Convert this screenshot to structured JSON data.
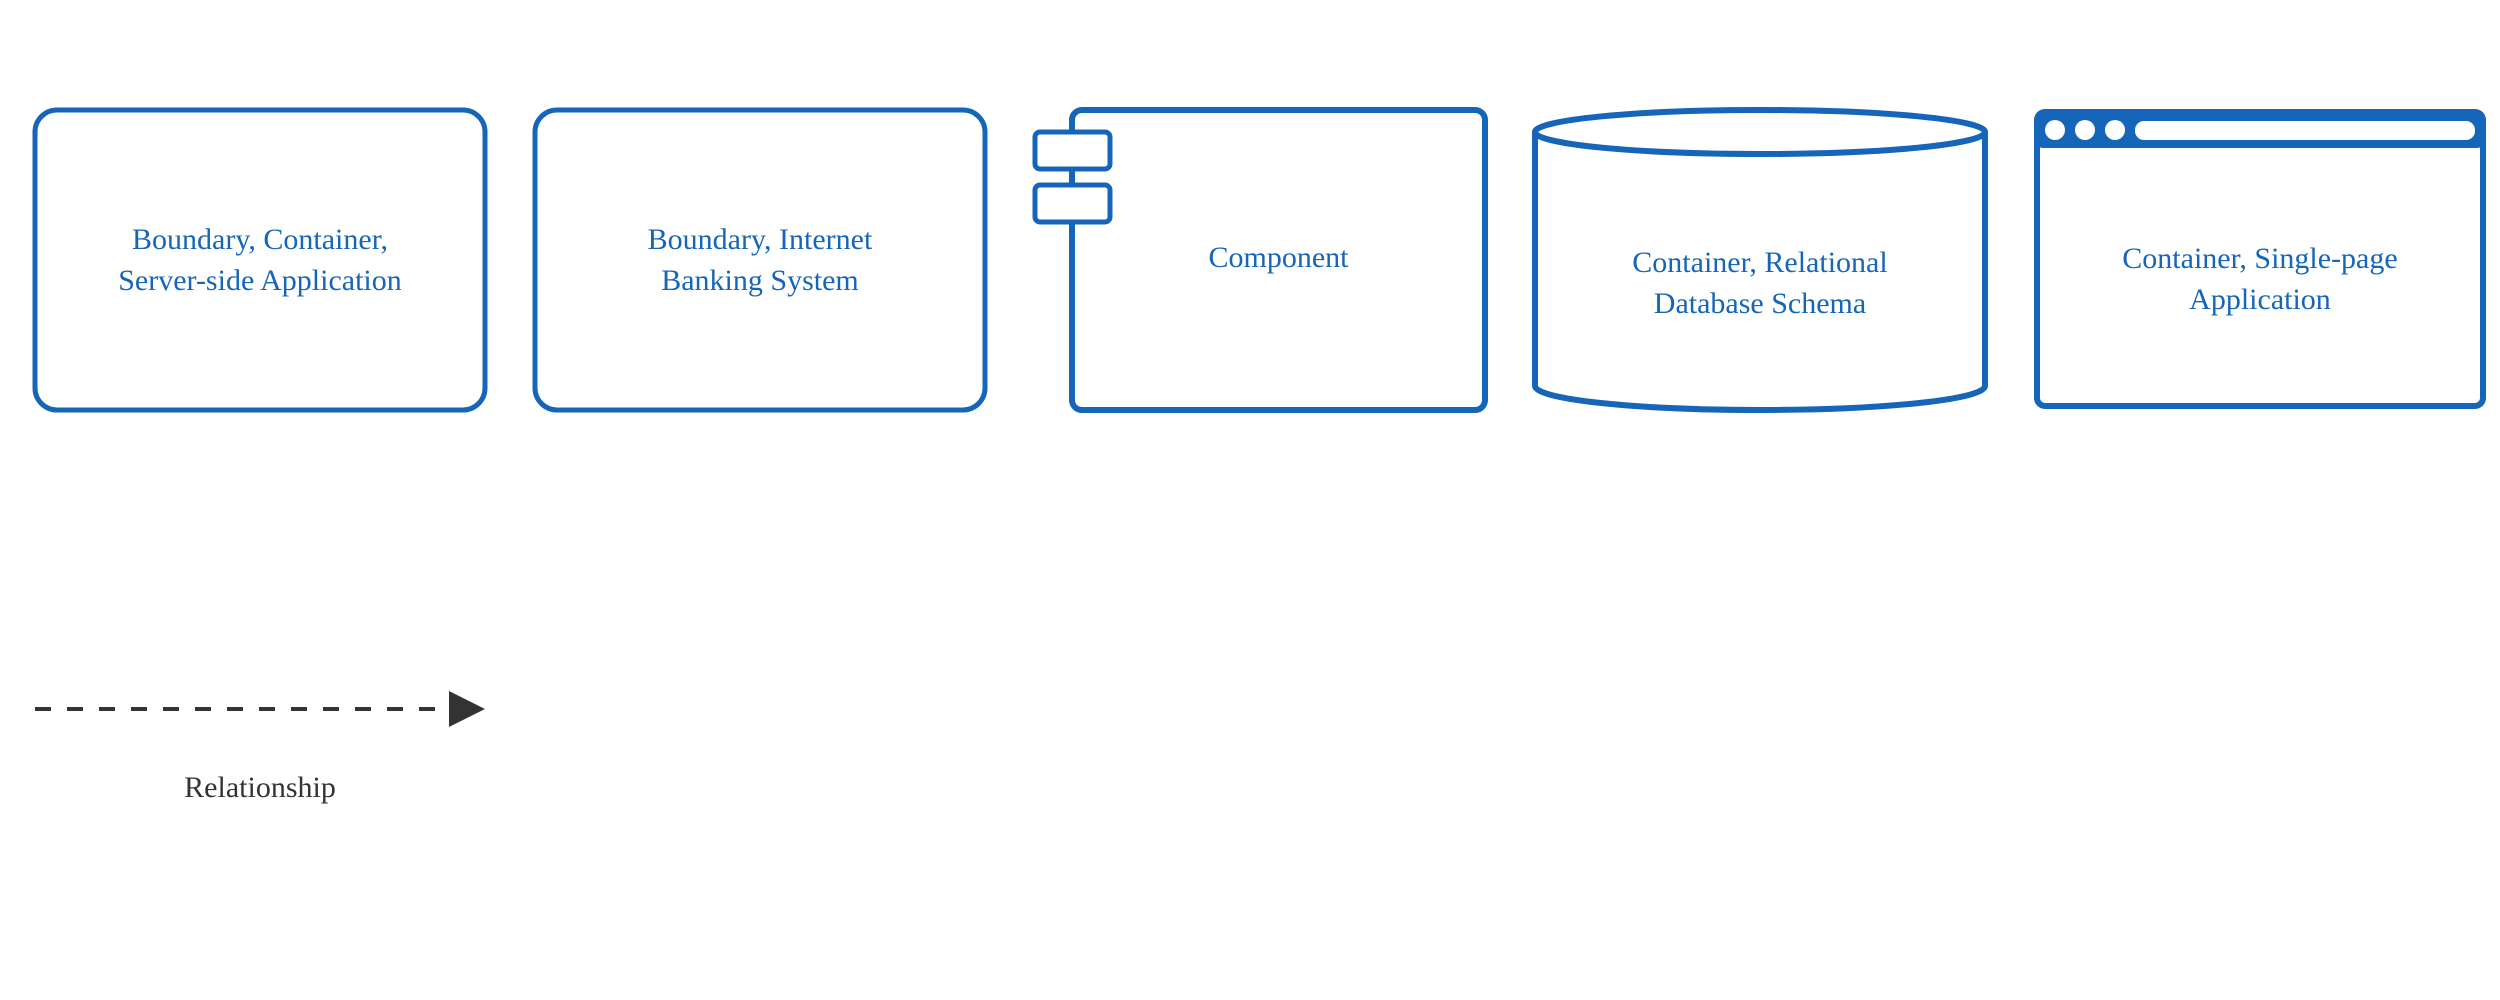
{
  "colors": {
    "shape_stroke": "#1565b8",
    "relationship_stroke": "#333333",
    "background": "#ffffff"
  },
  "shapes": [
    {
      "kind": "rounded-box",
      "label_lines": [
        "Boundary, Container,",
        "Server-side Application"
      ]
    },
    {
      "kind": "rounded-box",
      "label_lines": [
        "Boundary, Internet",
        "Banking System"
      ]
    },
    {
      "kind": "component",
      "label_lines": [
        "Component"
      ]
    },
    {
      "kind": "cylinder",
      "label_lines": [
        "Container, Relational",
        "Database Schema"
      ]
    },
    {
      "kind": "browser-window",
      "label_lines": [
        "Container, Single-page",
        "Application"
      ]
    }
  ],
  "relationship": {
    "style": "dashed-arrow",
    "label": "Relationship"
  }
}
